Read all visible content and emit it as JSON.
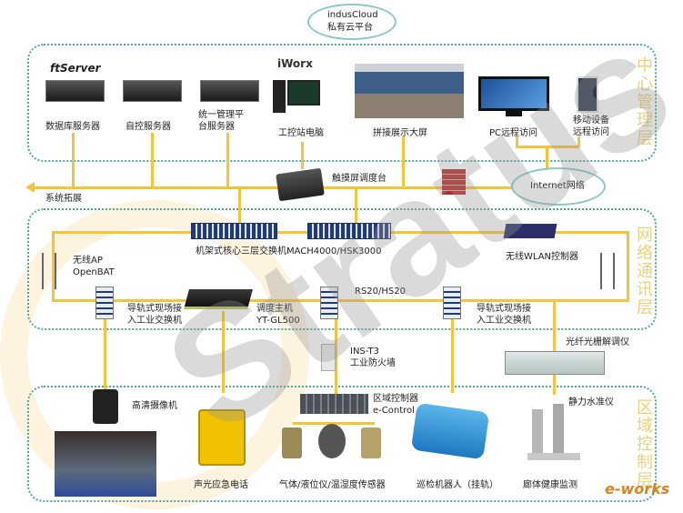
{
  "cloud": {
    "line1": "indusCloud",
    "line2": "私有云平台"
  },
  "layers": {
    "center": "中心管理层",
    "network": "网络通讯层",
    "area": "区域控制层"
  },
  "logos": {
    "ftserver": "ftServer",
    "iworx": "iWorx",
    "watermark": "Stratus",
    "eworks": "e-works"
  },
  "center": {
    "db_server": "数据库服务器",
    "ctrl_server": "自控服务器",
    "mgmt_server_1": "统一管理平",
    "mgmt_server_2": "台服务器",
    "workstation": "工控站电脑",
    "video_wall": "拼接展示大屏",
    "pc_remote": "PC远程访问",
    "mobile_1": "移动设备",
    "mobile_2": "远程访问",
    "expand": "系统拓展",
    "touch_console": "触摸屏调度台",
    "internet": "Internet网络"
  },
  "network": {
    "core_switch": "机架式核心三层交换机MACH4000/HSK3000",
    "wlan_ctrl": "无线WLAN控制器",
    "ap_1": "无线AP",
    "ap_2": "OpenBAT",
    "rail_switch_1": "导轨式现场接",
    "rail_switch_2": "入工业交换机",
    "dispatch_1": "调度主机",
    "dispatch_2": "YT-GL500",
    "rs20": "RS20/HS20",
    "firewall_1": "INS-T3",
    "firewall_2": "工业防火墙",
    "fbg": "光纤光栅解调仪"
  },
  "area": {
    "camera": "高清摄像机",
    "phone": "声光应急电话",
    "controller_1": "区域控制器",
    "controller_2": "e-Control",
    "sensors": "气体/液位仪/温湿度传感器",
    "robot": "巡检机器人（挂轨）",
    "level": "静力水准仪",
    "health": "廊体健康监测"
  }
}
